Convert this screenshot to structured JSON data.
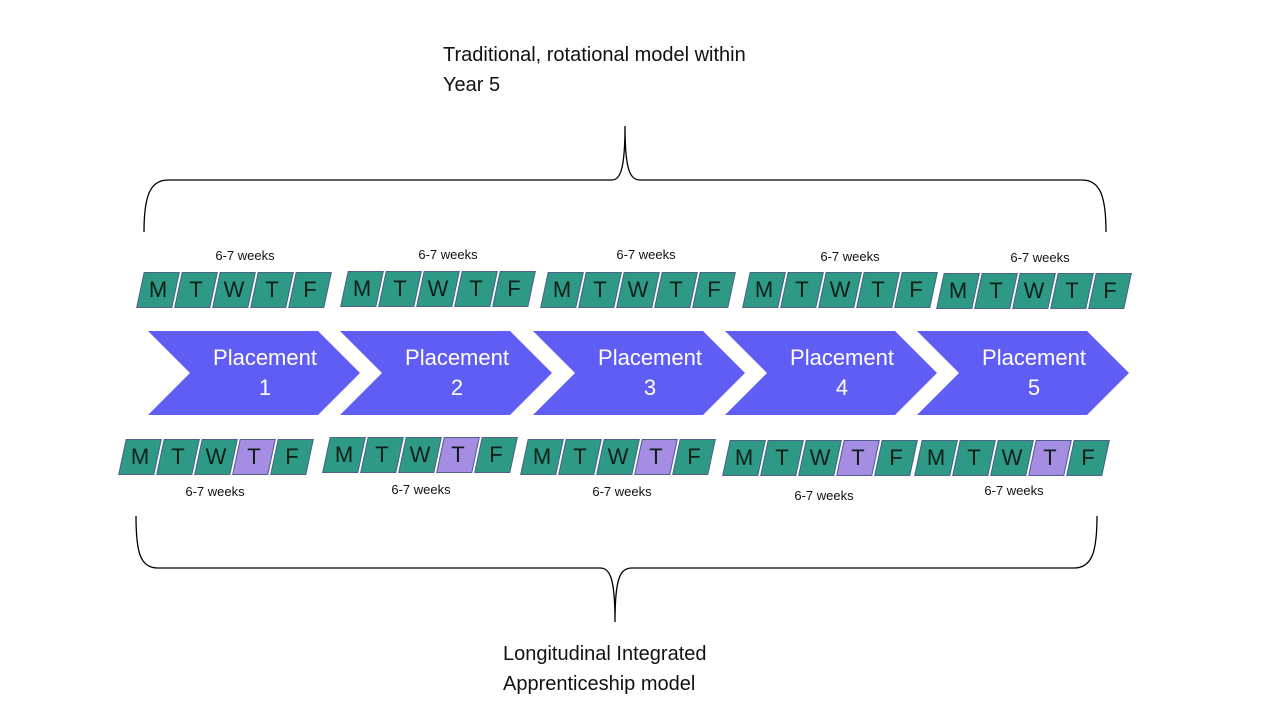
{
  "top_title": [
    "Traditional, rotational model within",
    "Year 5"
  ],
  "bottom_title": [
    "Longitudinal Integrated",
    "Apprenticeship model"
  ],
  "duration_label": "6-7 weeks",
  "days": [
    "M",
    "T",
    "W",
    "T",
    "F"
  ],
  "colors": {
    "day_fill": "#2e9a85",
    "integrated_day_fill": "#a48de3",
    "chevron": "#5f5df3"
  },
  "highlighted_day_index_bottom": 3,
  "placements": [
    {
      "line1": "Placement",
      "line2": "1"
    },
    {
      "line1": "Placement",
      "line2": "2"
    },
    {
      "line1": "Placement",
      "line2": "3"
    },
    {
      "line1": "Placement",
      "line2": "4"
    },
    {
      "line1": "Placement",
      "line2": "5"
    }
  ]
}
